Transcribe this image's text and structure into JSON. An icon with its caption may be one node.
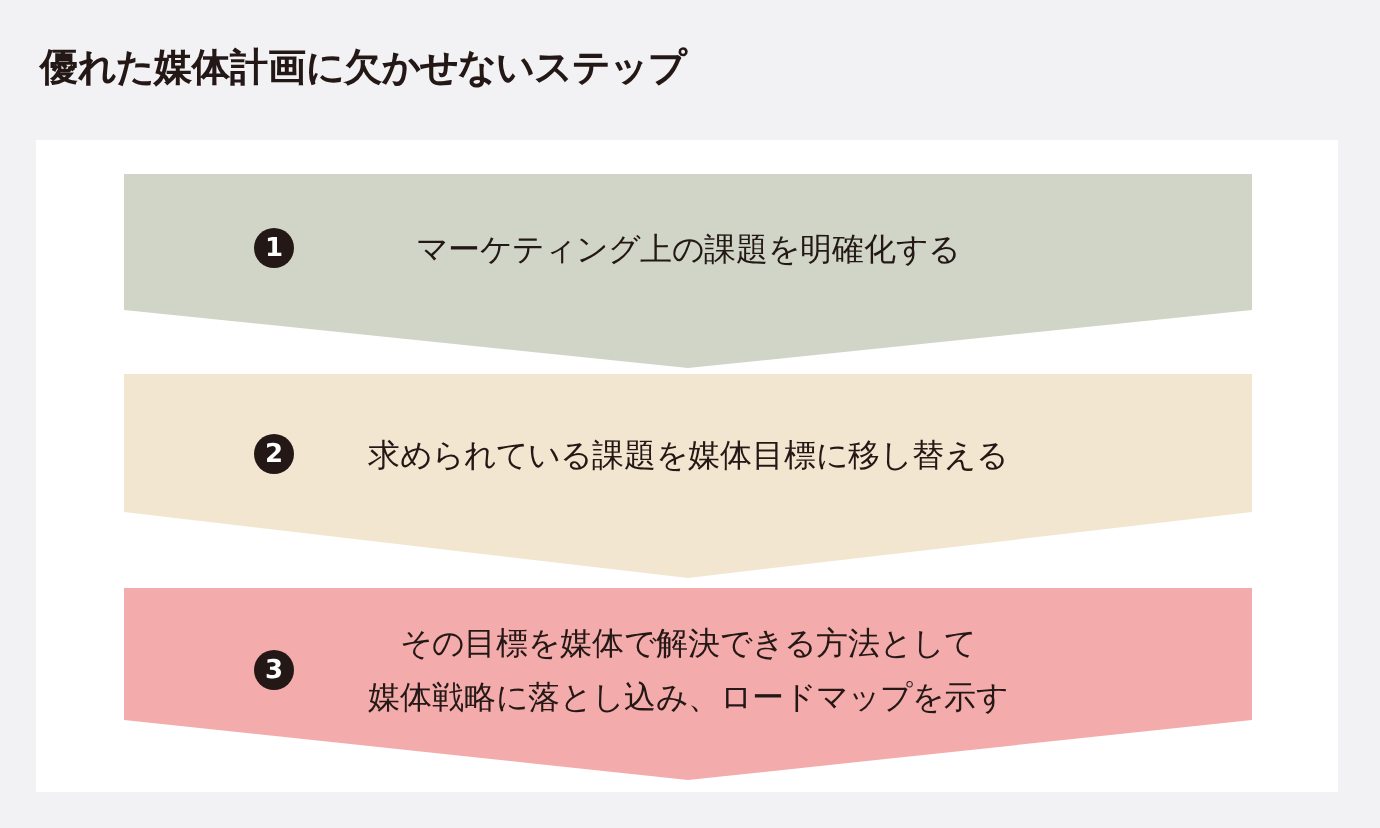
{
  "diagram": {
    "title": "優れた媒体計画に欠かせないステップ",
    "nodes": [
      {
        "text": [
          "1",
          "マーケティング上の課題を明確化する"
        ]
      },
      {
        "text": [
          "2",
          "求められている課題を媒体目標に移し替える"
        ]
      },
      {
        "text": [
          "3",
          "その目標を媒体で解決できる方法として媒体戦略に落とし込み、ロードマップを示す"
        ]
      }
    ]
  }
}
